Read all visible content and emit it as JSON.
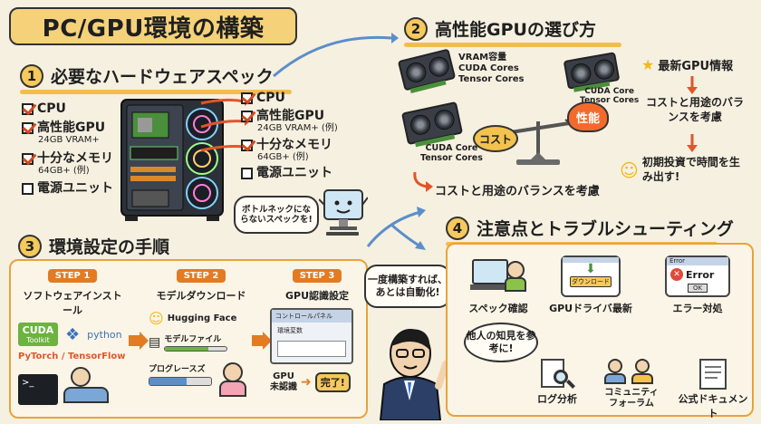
{
  "title": "PC/GPU環境の構築",
  "section1": {
    "number": "1",
    "heading": "必要なハードウェアスペック",
    "left_list": [
      {
        "label": "CPU",
        "checked": true,
        "note": ""
      },
      {
        "label": "高性能GPU",
        "checked": true,
        "note": "24GB VRAM+"
      },
      {
        "label": "十分なメモリ",
        "checked": true,
        "note": "64GB+ (例)"
      },
      {
        "label": "電源ユニット",
        "checked": false,
        "note": ""
      }
    ],
    "right_list": [
      {
        "label": "CPU",
        "checked": true,
        "note": ""
      },
      {
        "label": "高性能GPU",
        "checked": true,
        "note": "24GB VRAM+ (例)"
      },
      {
        "label": "十分なメモリ",
        "checked": true,
        "note": "64GB+ (例)"
      },
      {
        "label": "電源ユニット",
        "checked": false,
        "note": ""
      }
    ],
    "robot_bubble": "ボトルネックにならないスペックを!"
  },
  "section2": {
    "number": "2",
    "heading": "高性能GPUの選び方",
    "gpu1_labels": [
      "VRAM容量",
      "CUDA Cores",
      "Tensor Cores"
    ],
    "gpu2_labels": [
      "CUDA Core",
      "Tensor Cores"
    ],
    "gpu3_labels": [
      "CUDA Core",
      "Tensor Cores"
    ],
    "cost_label": "コスト",
    "perf_label": "性能",
    "balance_caption": "コストと用途のバランスを考慮",
    "latest_info": "最新GPU情報",
    "right_note": "コストと用途のバランスを考慮",
    "invest_note": "初期投資で時間を生み出す!"
  },
  "section3": {
    "number": "3",
    "heading": "環境設定の手順",
    "step1": {
      "tag": "STEP 1",
      "title": "ソフトウェアインストール",
      "cuda": "CUDA",
      "toolkit": "Toolkit",
      "python": "python",
      "frameworks": "PyTorch / TensorFlow"
    },
    "step2": {
      "tag": "STEP 2",
      "title": "モデルダウンロード",
      "hf": "Hugging Face",
      "file": "モデルファイル",
      "progress_label": "プログレースズ",
      "progress": 0.6
    },
    "step3": {
      "tag": "STEP 3",
      "title": "GPU認識設定",
      "window_title": "コントロールパネル",
      "env": "環境変数",
      "gpu_unrec": "GPU\n未認識",
      "done": "完了!"
    }
  },
  "guide_bubble": "一度構築すれば、あとは自動化!",
  "section4": {
    "number": "4",
    "heading": "注意点とトラブルシューティング",
    "items": [
      {
        "label": "スペック確認"
      },
      {
        "label": "GPUドライバ最新"
      },
      {
        "label": "エラー対処"
      }
    ],
    "error_window_title": "Error",
    "error_text": "Error",
    "ok": "OK",
    "download_btn": "ダウンロード",
    "bubble": "他人の知見を参考に!",
    "items2": [
      {
        "label": "ログ分析"
      },
      {
        "label": "コミュニティフォーラム"
      },
      {
        "label": "公式ドキュメント"
      }
    ]
  },
  "colors": {
    "background": "#f6f0e1",
    "accent": "#f5c95b",
    "orange": "#e37b22",
    "arrow_blue": "#5a8fc9",
    "arrow_red": "#e2552a"
  }
}
